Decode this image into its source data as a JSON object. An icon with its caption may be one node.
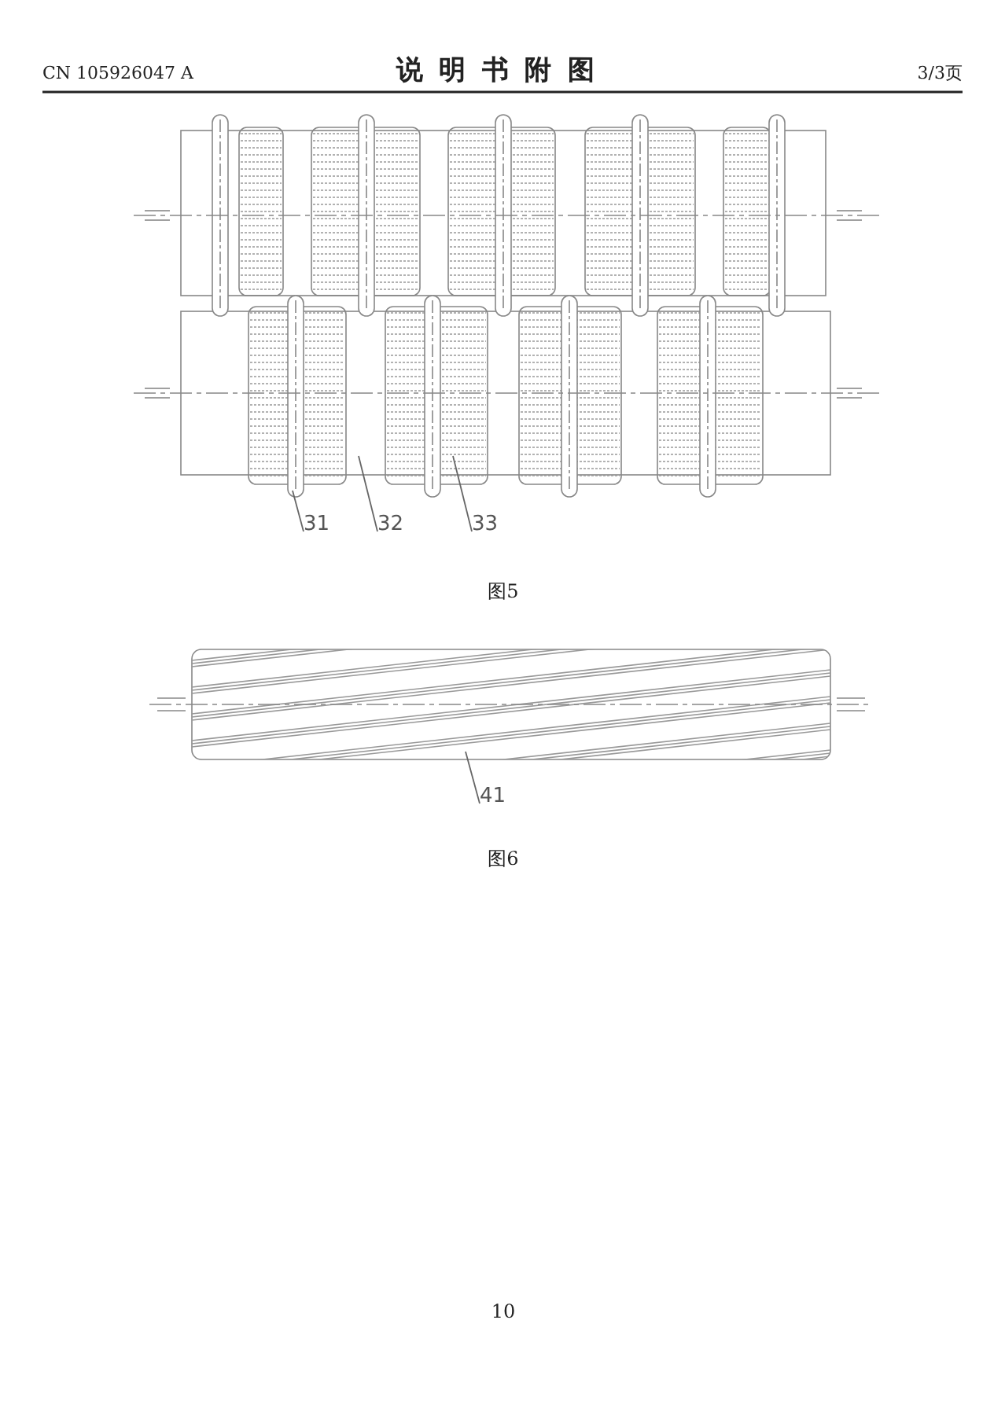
{
  "diagram": {
    "title": "说明书附图",
    "nodes": [
      {
        "text": [
          "31"
        ]
      },
      {
        "text": [
          "32"
        ]
      },
      {
        "text": [
          "33"
        ]
      },
      {
        "text": [
          "41"
        ]
      }
    ],
    "edges": [
      {
        "from": 0,
        "to": null,
        "arrow": "none"
      },
      {
        "from": 1,
        "to": null,
        "arrow": "none"
      },
      {
        "from": 2,
        "to": null,
        "arrow": "none"
      },
      {
        "from": 3,
        "to": null,
        "arrow": "none"
      }
    ],
    "labels": [
      "CN 105926047 A",
      "3/3页",
      "图5",
      "图6",
      "10"
    ]
  }
}
